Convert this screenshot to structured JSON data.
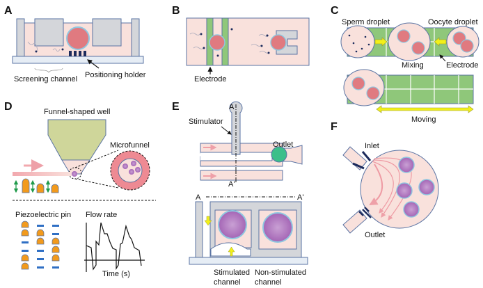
{
  "colors": {
    "pink_fluid": "#f9e1dc",
    "oocyte": "#e07a80",
    "oocyte_ring": "#8fc7e0",
    "wall_gray": "#d4d6da",
    "wall_stroke": "#5a73a3",
    "electrode_green": "#8fc77a",
    "holder_navy": "#1c2b5c",
    "funnel_olive": "#cfd69a",
    "pin_orange": "#f29a1c",
    "arrow_green": "#1f9a4a",
    "arrow_yellow": "#f2f01a",
    "outlet_teal": "#3cbf8a",
    "embryo_purple": "#b57cc0",
    "pin_blue": "#2f6fc4"
  },
  "panels": {
    "A": {
      "letter": "A",
      "screening_channel": "Screening channel",
      "positioning_holder": "Positioning holder"
    },
    "B": {
      "letter": "B",
      "electrode": "Electrode"
    },
    "C": {
      "letter": "C",
      "sperm_droplet": "Sperm droplet",
      "oocyte_droplet": "Oocyte droplet",
      "mixing": "Mixing",
      "electrode": "Electrode",
      "moving": "Moving"
    },
    "D": {
      "letter": "D",
      "funnel_well": "Funnel-shaped well",
      "microfunnel": "Microfunnel",
      "piezo_pin": "Piezoelectric pin",
      "flow_rate": "Flow rate",
      "time": "Time (s)",
      "pin_states": [
        [
          "up",
          "down",
          "down"
        ],
        [
          "up",
          "up",
          "down"
        ],
        [
          "down",
          "up",
          "up"
        ],
        [
          "down",
          "down",
          "up"
        ],
        [
          "up",
          "down",
          "up"
        ],
        [
          "up",
          "down",
          "down"
        ]
      ]
    },
    "E": {
      "letter": "E",
      "stimulator": "Stimulator",
      "outlet": "Outlet",
      "section_a": "A",
      "section_a_prime": "A'",
      "stimulated": [
        "Stimulated",
        "channel"
      ],
      "non_stimulated": [
        "Non-stimulated",
        "channel"
      ]
    },
    "F": {
      "letter": "F",
      "inlet": "Inlet",
      "outlet": "Outlet"
    }
  }
}
